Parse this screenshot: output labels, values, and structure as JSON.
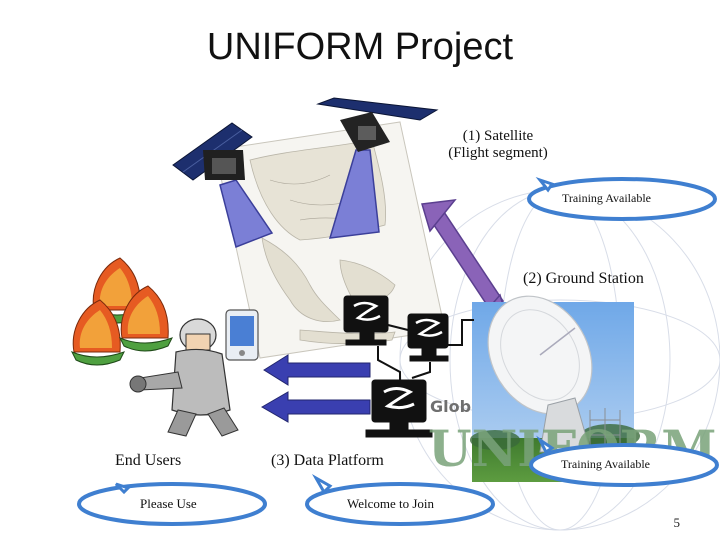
{
  "slide": {
    "title": "UNIFORM Project",
    "page_number": "5"
  },
  "satellite": {
    "label_line1": "(1) Satellite",
    "label_line2": "(Flight segment)",
    "callout": "Training Available"
  },
  "ground_station": {
    "label": "(2) Ground Station",
    "callout": "Training Available"
  },
  "data_platform": {
    "label": "(3) Data Platform",
    "callout": "Welcome to Join"
  },
  "end_users": {
    "label": "End Users",
    "callout": "Please Use"
  },
  "logo": {
    "text_top": "Glob",
    "text_big": "UNIFORM"
  },
  "colors": {
    "callout_border": "#3f7fd0",
    "beam_fill": "#7b7fd6",
    "arrow_purple": "#8a63b8",
    "arrow_blue": "#3a3fb0",
    "logo_green": "#7aa37a"
  }
}
